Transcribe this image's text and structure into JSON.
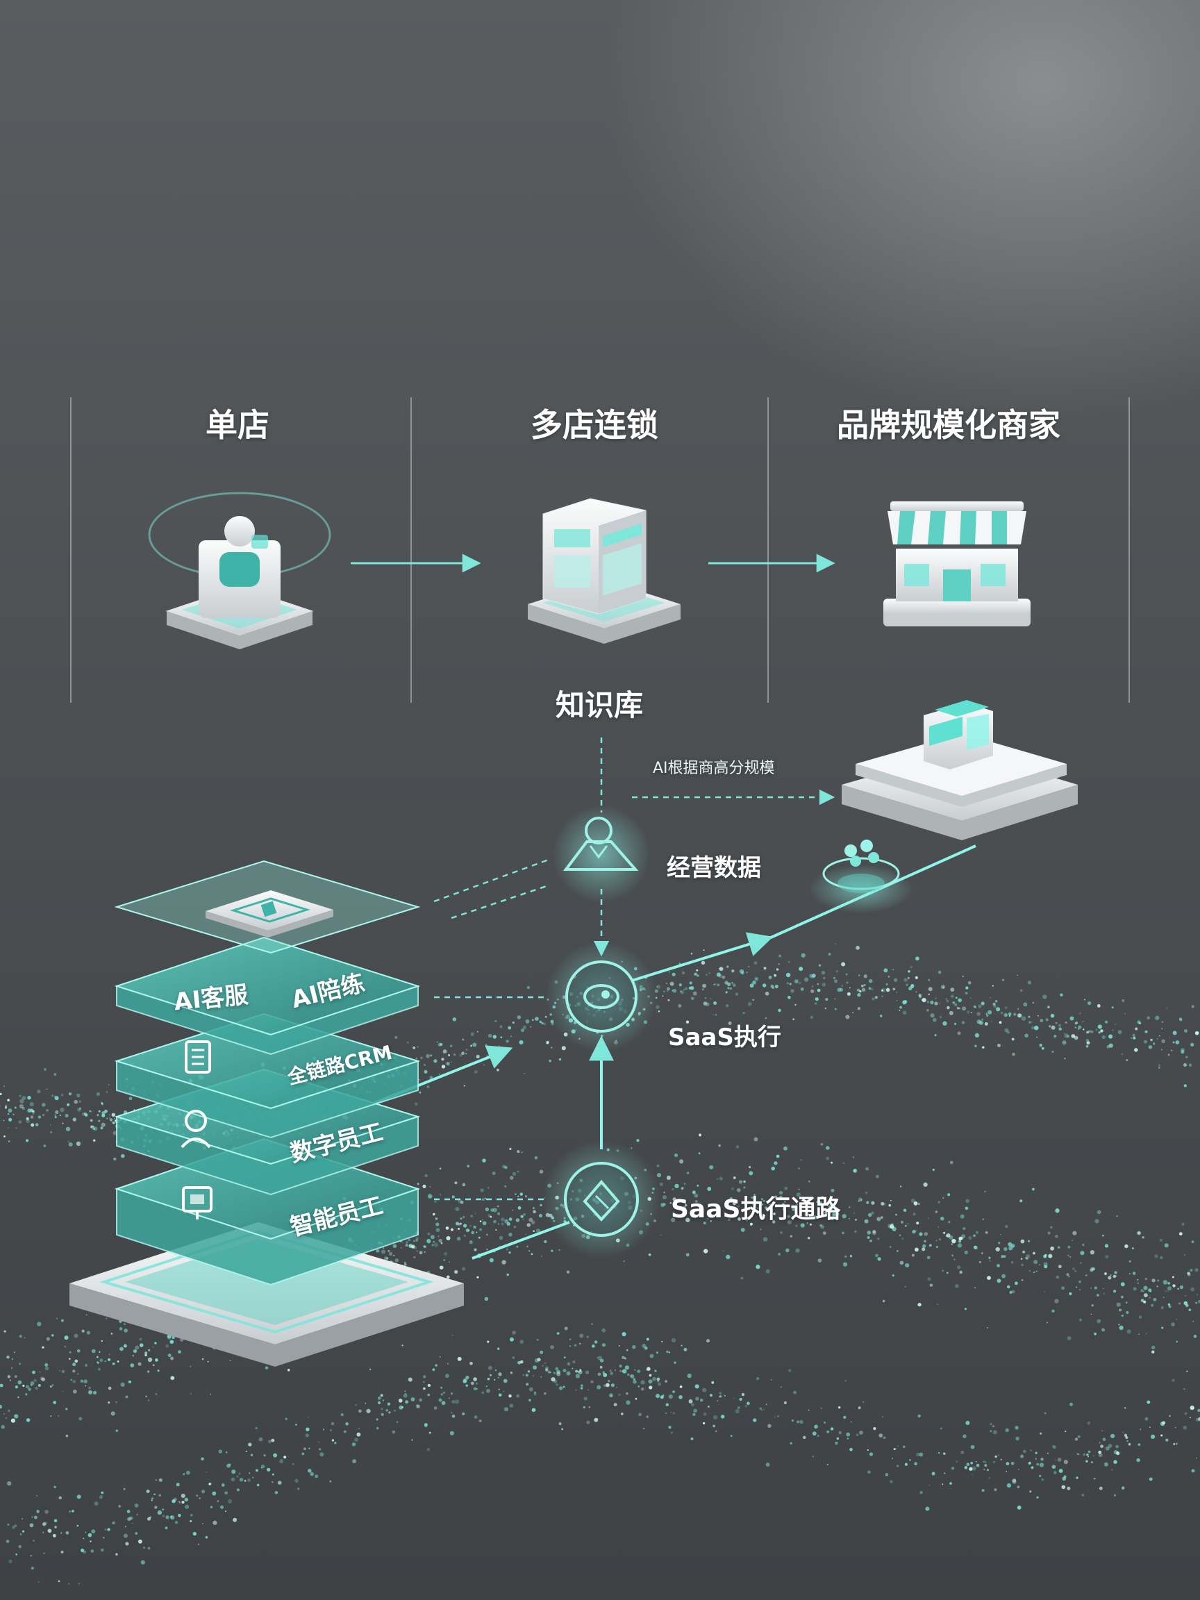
{
  "stages": [
    {
      "label": "单店",
      "icon": "service-desk-icon"
    },
    {
      "label": "多店连锁",
      "icon": "store-building-icon"
    },
    {
      "label": "品牌规模化商家",
      "icon": "storefront-awning-icon"
    }
  ],
  "pipeline": {
    "knowledge_base": "知识库",
    "ai_note": "AI根据商高分规模",
    "operating_data": "经营数据",
    "saas_execution": "SaaS执行",
    "saas_path": "SaaS执行通路"
  },
  "stack_layers": [
    {
      "left": "AI客服",
      "right": "AI陪练"
    },
    {
      "right": "全链路CRM",
      "icon": "document-icon"
    },
    {
      "right": "数字员工",
      "icon": "person-icon"
    },
    {
      "right": "智能员工",
      "icon": "monitor-icon"
    }
  ],
  "colors": {
    "accent": "#5fe0d0",
    "panel": "#3fb3a8",
    "base": "#e4e8ea"
  }
}
